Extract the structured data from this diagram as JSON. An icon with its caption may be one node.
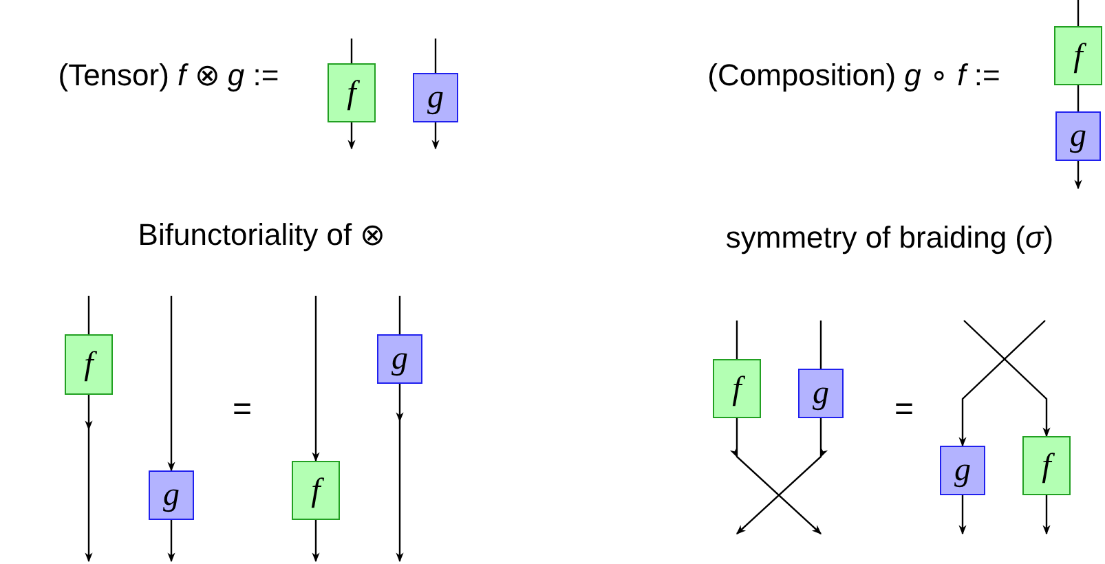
{
  "diagram": {
    "nodes": [
      {
        "text": [
          "f"
        ]
      },
      {
        "text": [
          "g"
        ]
      },
      {
        "text": [
          "f"
        ]
      },
      {
        "text": [
          "g"
        ]
      },
      {
        "text": [
          "f"
        ]
      },
      {
        "text": [
          "g"
        ]
      },
      {
        "text": [
          "f"
        ]
      },
      {
        "text": [
          "g"
        ]
      },
      {
        "text": [
          "f"
        ]
      },
      {
        "text": [
          "g"
        ]
      },
      {
        "text": [
          "g"
        ]
      },
      {
        "text": [
          "f"
        ]
      }
    ],
    "edges": [
      {
        "from": null,
        "to": 0,
        "arrow": "none"
      },
      {
        "from": 0,
        "to": null,
        "arrow": "to"
      },
      {
        "from": null,
        "to": 1,
        "arrow": "none"
      },
      {
        "from": 1,
        "to": null,
        "arrow": "to"
      },
      {
        "from": null,
        "to": 2,
        "arrow": "none"
      },
      {
        "from": 2,
        "to": 3,
        "arrow": "none"
      },
      {
        "from": 3,
        "to": null,
        "arrow": "to"
      },
      {
        "from": null,
        "to": 4,
        "arrow": "none"
      },
      {
        "from": 4,
        "to": null,
        "arrow": "to"
      },
      {
        "from": null,
        "to": 5,
        "arrow": "to"
      },
      {
        "from": 5,
        "to": null,
        "arrow": "to"
      },
      {
        "from": null,
        "to": 6,
        "arrow": "to"
      },
      {
        "from": 6,
        "to": null,
        "arrow": "to"
      },
      {
        "from": null,
        "to": 7,
        "arrow": "none"
      },
      {
        "from": 7,
        "to": null,
        "arrow": "to"
      },
      {
        "from": null,
        "to": 8,
        "arrow": "none"
      },
      {
        "from": null,
        "to": 9,
        "arrow": "none"
      },
      {
        "from": 8,
        "to": null,
        "arrow": "to"
      },
      {
        "from": 9,
        "to": null,
        "arrow": "to"
      },
      {
        "from": null,
        "to": 11,
        "arrow": "to"
      },
      {
        "from": null,
        "to": 10,
        "arrow": "to"
      },
      {
        "from": 10,
        "to": null,
        "arrow": "to"
      },
      {
        "from": 11,
        "to": null,
        "arrow": "to"
      }
    ],
    "labels": [
      "(Tensor) *f* ⊗ *g* :=",
      "(Composition) *g* ∘ *f* :=",
      "Bifunctoriality of ⊗",
      "=",
      "symmetry of braiding (*σ*)",
      "="
    ]
  }
}
